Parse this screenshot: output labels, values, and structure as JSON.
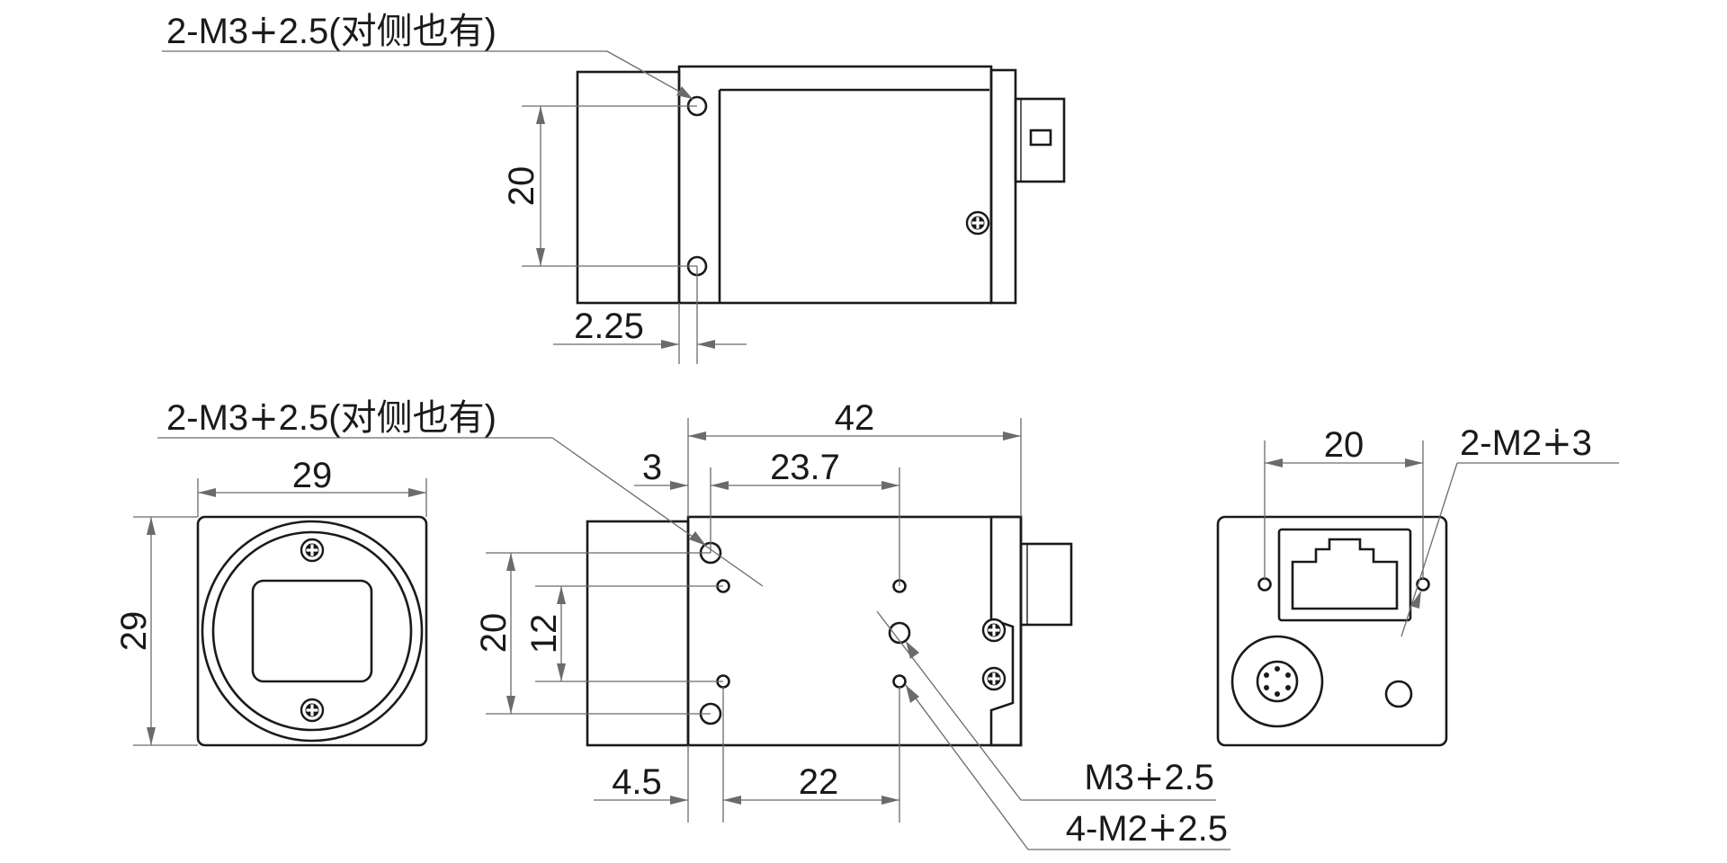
{
  "labels": {
    "top_callout": "2-M3∔2.5(对侧也有)",
    "top_dim_vertical": "20",
    "top_dim_offset": "2.25",
    "side_callout": "2-M3∔2.5(对侧也有)",
    "front_width": "29",
    "front_height": "29",
    "side_length": "42",
    "side_offset_3": "3",
    "side_offset_23_7": "23.7",
    "side_dim_20": "20",
    "side_dim_12": "12",
    "side_dim_4_5": "4.5",
    "side_dim_22": "22",
    "side_callout_m3": "M3∔2.5",
    "side_callout_m2": "4-M2∔2.5",
    "back_width": "20",
    "back_callout": "2-M2∔3"
  }
}
